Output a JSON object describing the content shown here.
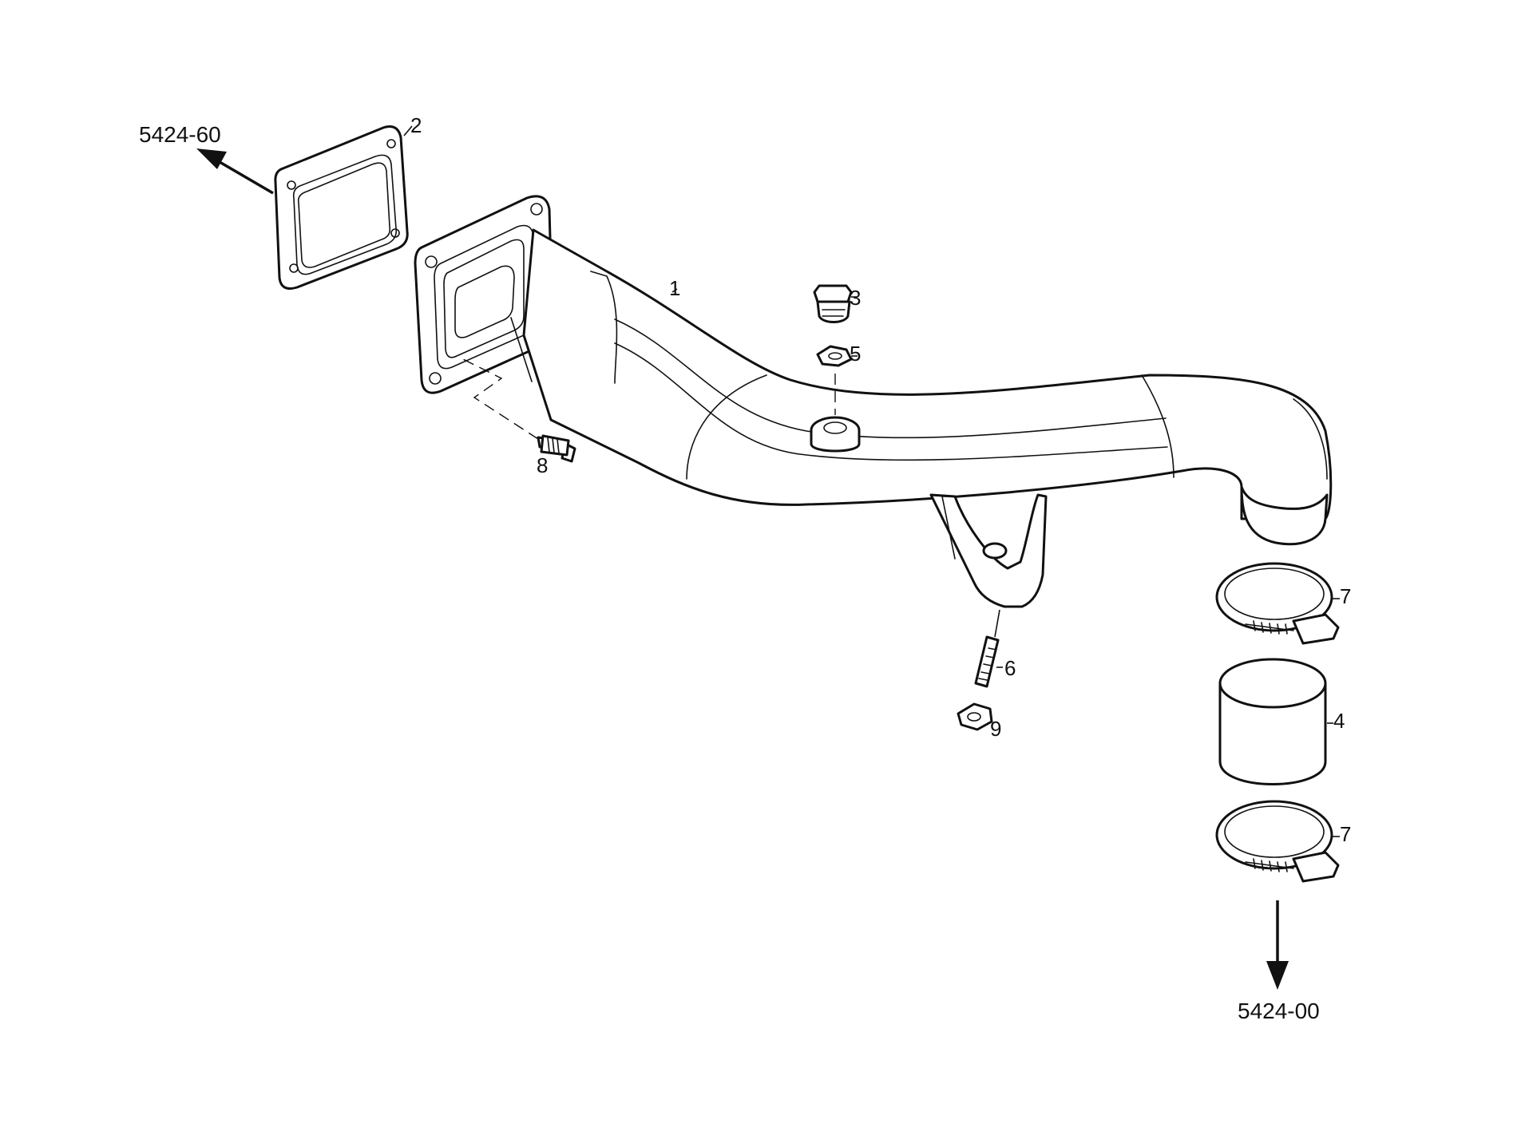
{
  "references": {
    "upstream": "5424-60",
    "downstream": "5424-00"
  },
  "callouts": {
    "pipe": "1",
    "gasket": "2",
    "plug": "3",
    "sleeve": "4",
    "washer": "5",
    "stud": "6",
    "clamp_upper": "7",
    "clamp_lower": "7",
    "bolt": "8",
    "nut": "9"
  }
}
